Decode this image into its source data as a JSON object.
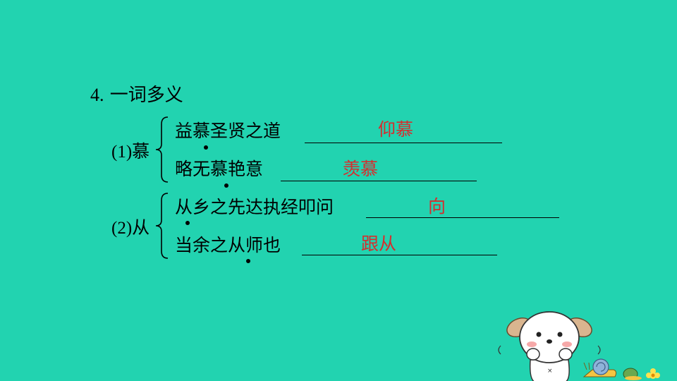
{
  "heading": {
    "number": "4.",
    "text": "一词多义"
  },
  "groups": [
    {
      "label_index": "(1)",
      "label_char": "慕",
      "items": [
        {
          "sentence": "益慕圣贤之道",
          "answer": "仰慕"
        },
        {
          "sentence": "略无慕艳意",
          "answer": "羡慕"
        }
      ]
    },
    {
      "label_index": "(2)",
      "label_char": "从",
      "items": [
        {
          "sentence": "从乡之先达执经叩问",
          "answer": "向"
        },
        {
          "sentence": "当余之从师也",
          "answer": "跟从"
        }
      ]
    }
  ],
  "colors": {
    "background": "#22d3b0",
    "answer": "#d62d2d",
    "text": "#000000"
  },
  "decorations": [
    "puppy-mascot-icon",
    "snail-icon",
    "small-snail-icon",
    "flower-icon"
  ]
}
